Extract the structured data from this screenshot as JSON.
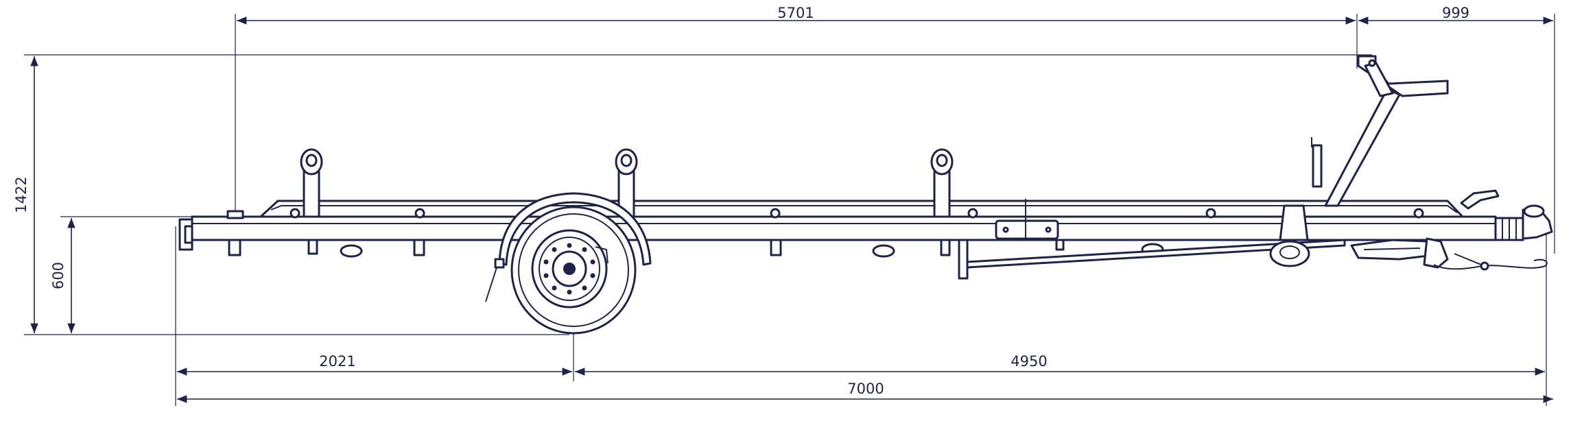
{
  "colors": {
    "line": "#1f2347",
    "background": "#ffffff"
  },
  "dimensions": {
    "top_length": "5701",
    "drawbar_length": "999",
    "overall_height": "1422",
    "frame_height": "600",
    "rear_to_axle": "2021",
    "axle_to_hitch": "4950",
    "overall_length": "7000"
  }
}
